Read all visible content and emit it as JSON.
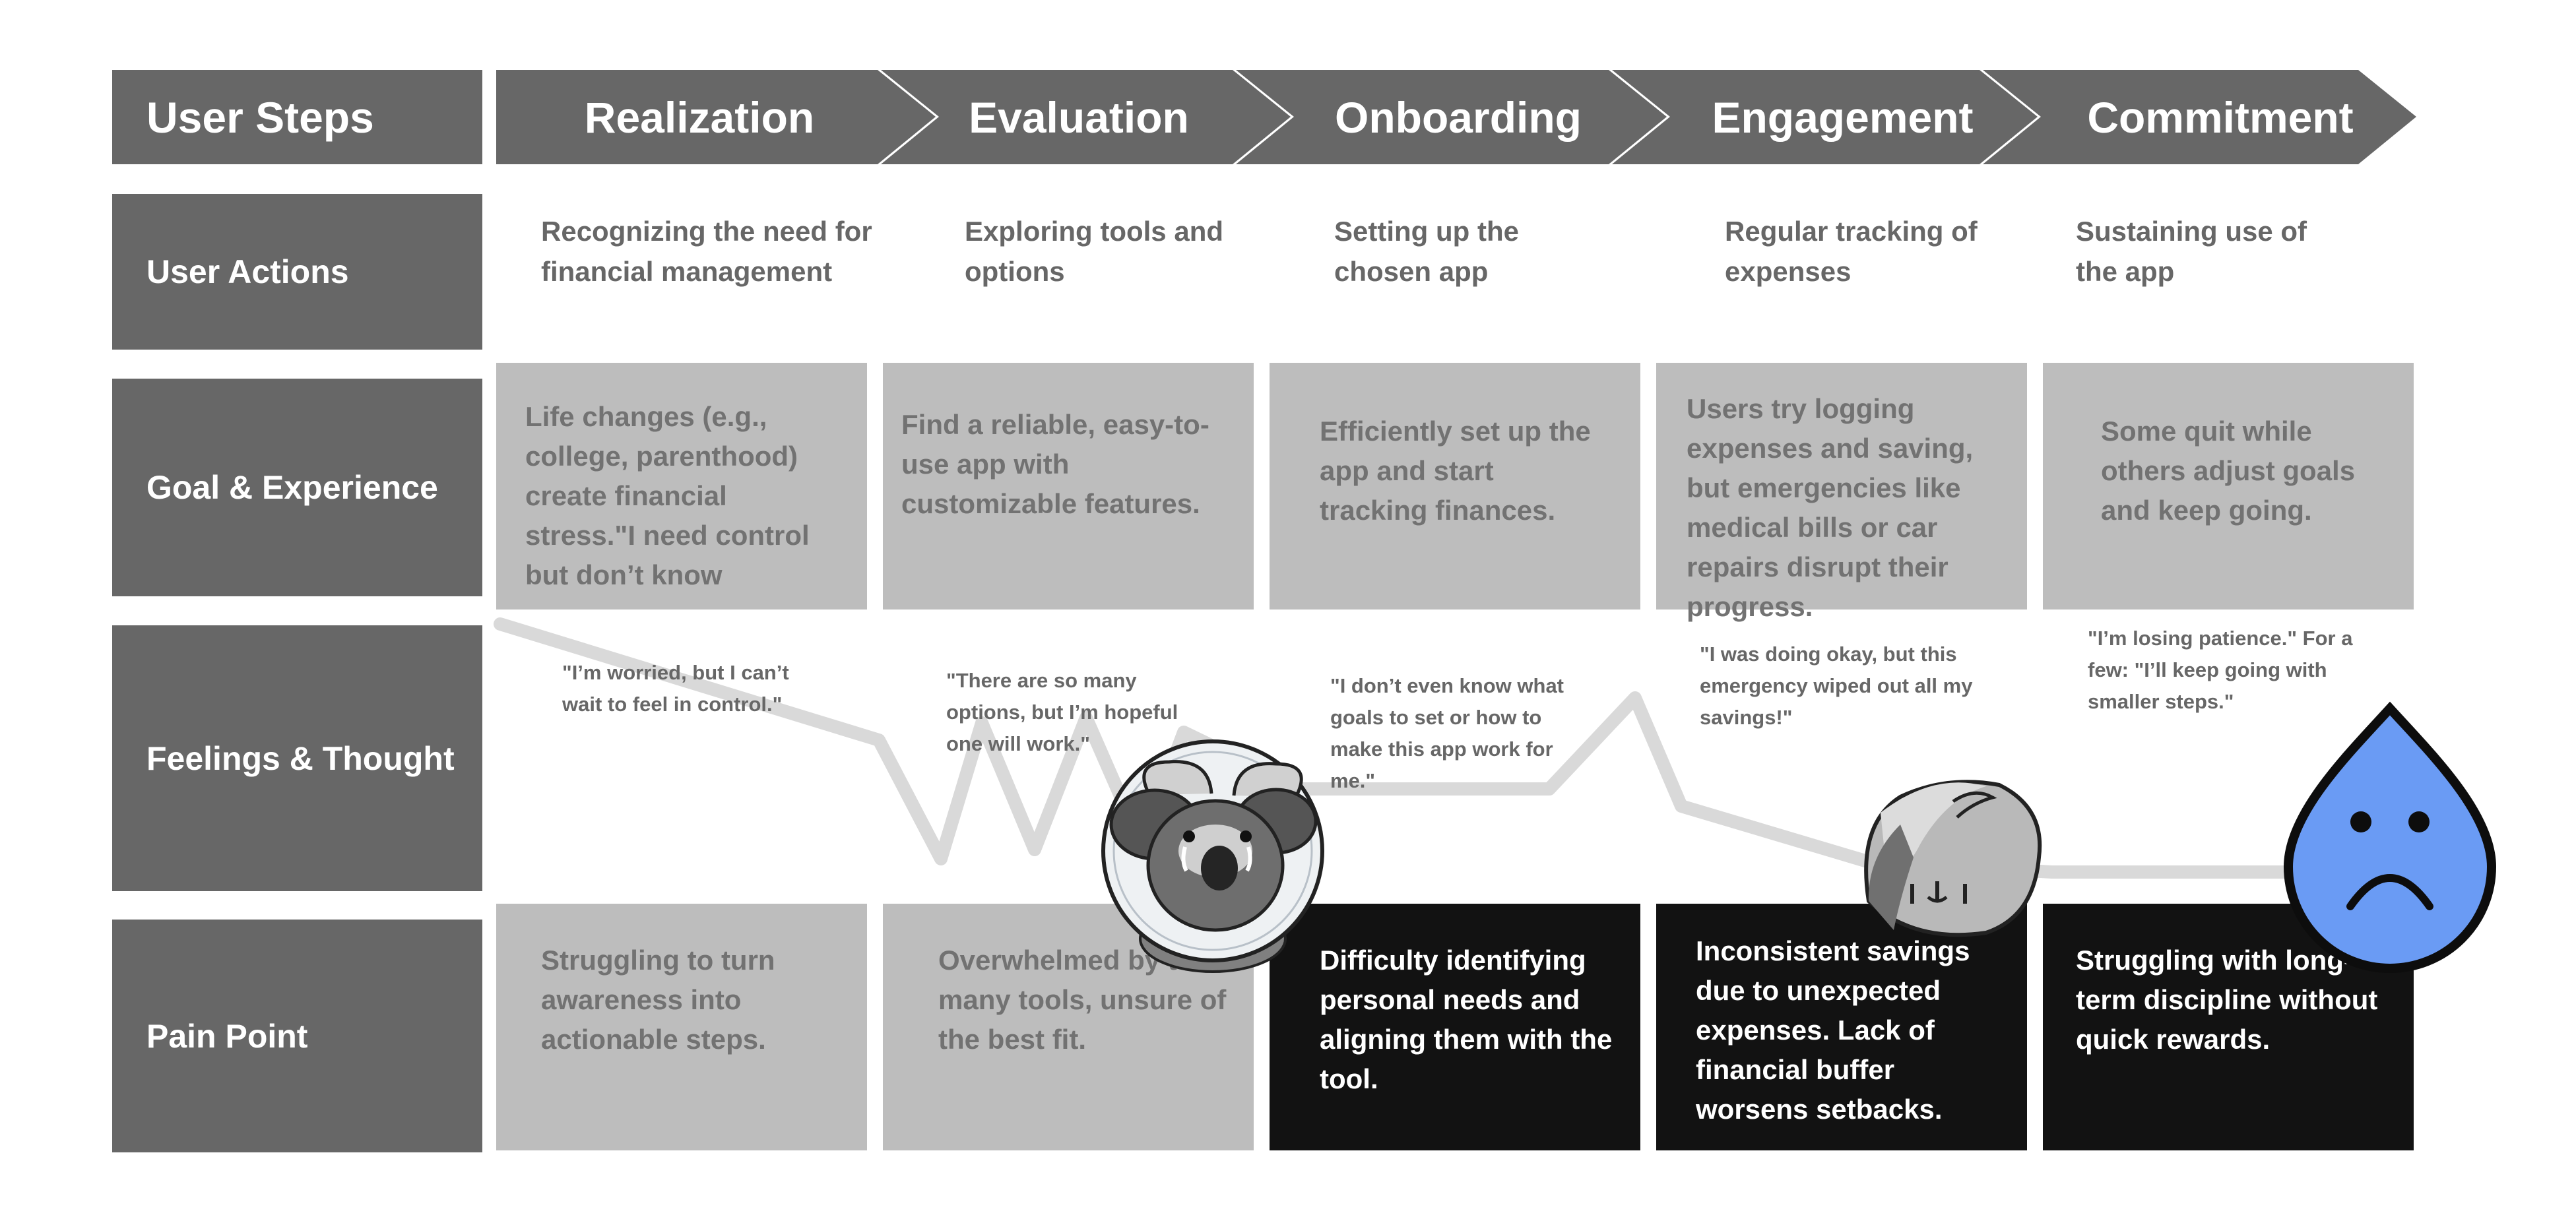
{
  "row_headers": {
    "user_steps": "User Steps",
    "user_actions": "User Actions",
    "goal_experience": "Goal & Experience",
    "feelings_thought": "Feelings & Thought",
    "pain_point": "Pain Point"
  },
  "steps": [
    {
      "label": "Realization",
      "action": "Recognizing the need for financial management",
      "goal": "Life changes (e.g., college, parenthood) create financial stress.\"I need control but don’t know",
      "feeling": "\"I’m worried, but I can’t wait to feel in control.\"",
      "pain": "Struggling to turn awareness into actionable steps."
    },
    {
      "label": "Evaluation",
      "action": "Exploring tools and options",
      "goal": "Find a reliable, easy-to-use app with customizable features.",
      "feeling": "\"There are so many options, but I’m hopeful one will work.\"",
      "pain": "Overwhelmed by too many tools, unsure of the best fit."
    },
    {
      "label": "Onboarding",
      "action": "Setting up the chosen app",
      "goal": "Efficiently set up the app and start tracking finances.",
      "feeling": "\"I don’t even know what goals to set or how to make this app work for me.\"",
      "pain": "Difficulty identifying personal needs and aligning them with the tool."
    },
    {
      "label": "Engagement",
      "action": "Regular tracking of expenses",
      "goal": "Users try logging expenses and saving, but emergencies like medical bills or car repairs disrupt their progress.",
      "feeling": "\"I was doing okay, but this emergency wiped out all my savings!\"",
      "pain": "Inconsistent savings due to unexpected expenses. Lack of financial buffer worsens setbacks."
    },
    {
      "label": "Commitment",
      "action": "Sustaining use of the app",
      "goal": "Some quit while others adjust goals and keep going.",
      "feeling": "\"I’m losing patience.\" For a few: \"I’ll keep going with smaller steps.\"",
      "pain": "Struggling with long-term discipline without quick rewards."
    }
  ],
  "colors": {
    "header_gray": "#676767",
    "card_gray": "#bdbdbd",
    "card_dark": "#121212",
    "emotion_line": "#d9d9d9",
    "sad_drop": "#6a9bf4"
  },
  "icons": [
    "crying-koala-icon",
    "crying-seal-icon",
    "sad-drop-icon"
  ]
}
